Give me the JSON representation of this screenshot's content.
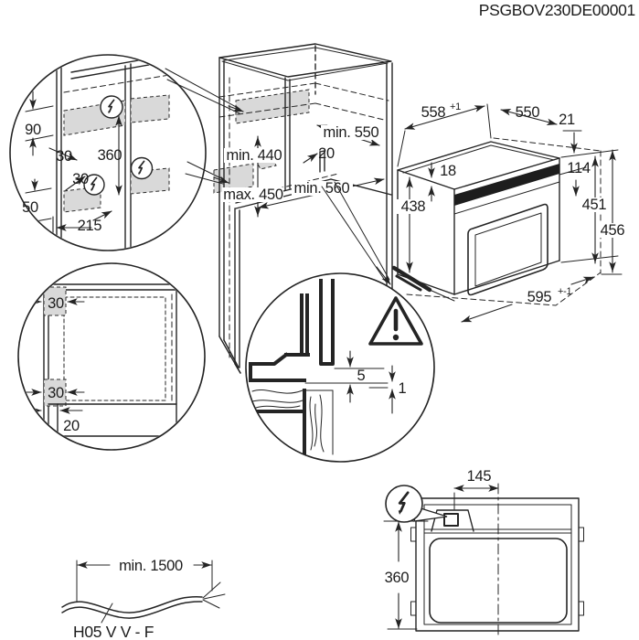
{
  "part_number": "PSGBOV230DE00001",
  "electrical_detail": {
    "dim_90": "90",
    "dim_30_side": "30",
    "dim_360": "360",
    "dim_30_shelf": "30",
    "dim_50": "50",
    "dim_215": "215"
  },
  "niche": {
    "depth_top": "min. 550",
    "partition_gap": "20",
    "height_min": "min. 440",
    "height_max": "max. 450",
    "depth_bottom": "min. 560"
  },
  "oven": {
    "width_top": "558",
    "width_top_tol": "+1",
    "depth": "550",
    "trim_right": "21",
    "trim_front": "18",
    "panel_height": "114",
    "body_height": "438",
    "front_height": "451",
    "total_height": "456",
    "width_front": "595",
    "width_front_tol": "+-1"
  },
  "side_detail": {
    "clearance_top": "30",
    "clearance_bottom": "30",
    "plinth_recess": "20"
  },
  "gap_detail": {
    "gap_top": "5",
    "gap_bottom": "1"
  },
  "rear_detail": {
    "offset_x": "145",
    "offset_y": "360"
  },
  "mains_cable": {
    "length": "min. 1500",
    "type": "H05 V V - F"
  },
  "colors": {
    "line": "#242424",
    "shade": "#d9d9d9",
    "background": "#ffffff"
  }
}
